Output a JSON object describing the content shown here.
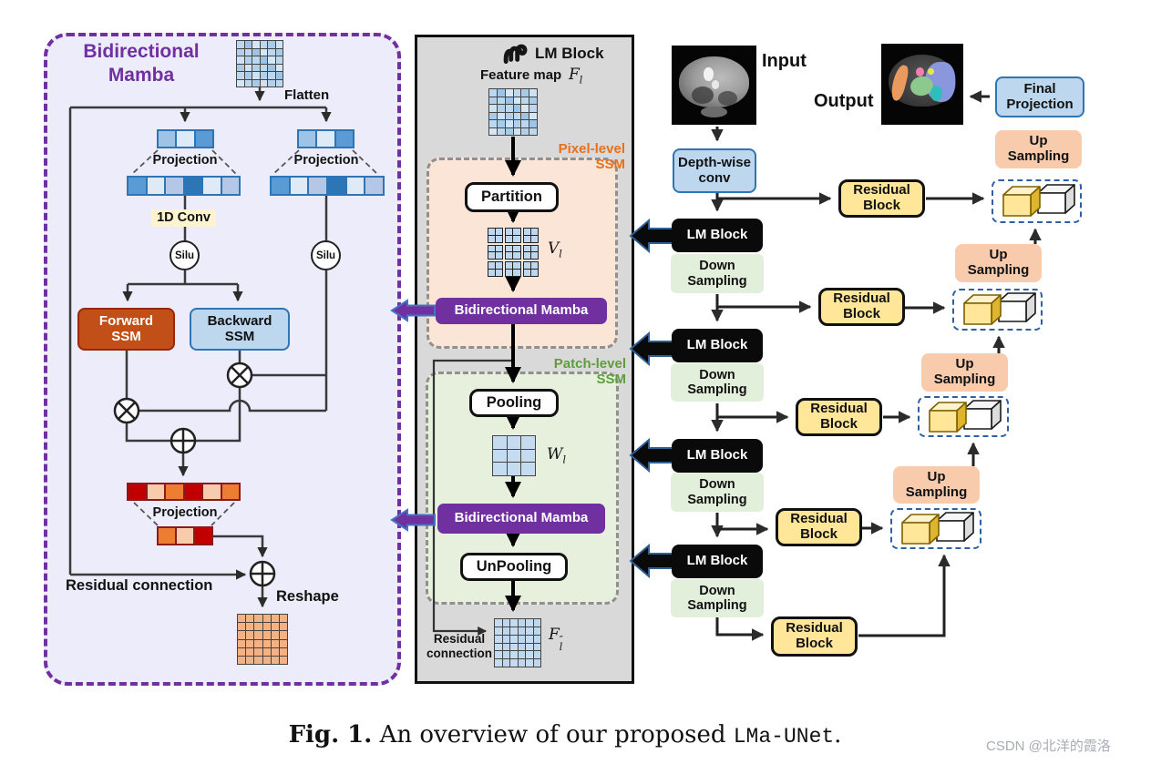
{
  "colors": {
    "purple": "#7030A0",
    "purple_arrow_edge": "#4472C4",
    "black_arrow_edge": "#2E5F96",
    "orange_accent": "#E8701A",
    "green_accent": "#5E9E3E",
    "light_blue": "#BDD7EE",
    "blue_border": "#2E75B6",
    "yellow_block": "#FFE699",
    "peach_block": "#F8CBAD",
    "green_block": "#E2EFDA",
    "panel_gray": "#D9D9D9",
    "panel_lavender": "#ECECFA",
    "pixel_ssm_bg": "#FBE5D6",
    "patch_ssm_bg": "#E7F0DC",
    "forward_ssm": "#C24F17",
    "dark_red_cell": "#C00000",
    "orange_cell": "#ED7D31"
  },
  "lp": {
    "title1": "Bidirectional",
    "title2": "Mamba",
    "flatten": "Flatten",
    "projection": "Projection",
    "conv1d": "1D Conv",
    "silu": "Silu",
    "forward1": "Forward",
    "forward2": "SSM",
    "backward1": "Backward",
    "backward2": "SSM",
    "residual": "Residual connection",
    "reshape": "Reshape"
  },
  "lm": {
    "title": "LM Block",
    "feature_map": "Feature map",
    "pixel": [
      "Pixel-level",
      "SSM"
    ],
    "partition": "Partition",
    "bm": "Bidirectional Mamba",
    "patch": [
      "Patch-level",
      "SSM"
    ],
    "pooling": "Pooling",
    "unpooling": "UnPooling",
    "residual": [
      "Residual",
      "connection"
    ]
  },
  "math": {
    "F_l": {
      "base": "F",
      "sub": "l"
    },
    "V_l": {
      "base": "V",
      "sub": "l"
    },
    "W_l": {
      "base": "W",
      "sub": "l"
    },
    "F_out": {
      "base": "F",
      "sup": "″",
      "sub": "l"
    }
  },
  "unet": {
    "input_label": "Input",
    "output_label": "Output",
    "final_projection": [
      "Final",
      "Projection"
    ],
    "depthwise_conv": [
      "Depth-wise",
      "conv"
    ],
    "lm_block_label": "LM Block",
    "down_sampling": [
      "Down",
      "Sampling"
    ],
    "up_sampling": [
      "Up",
      "Sampling"
    ],
    "residual_block": [
      "Residual",
      "Block"
    ]
  },
  "grids": {
    "blue6": {
      "rows": 6,
      "cols": 6,
      "line": "#444",
      "colors": [
        "#BDD7EE",
        "#9DC3E6",
        "#D6E6F5",
        "#BDD7EE",
        "#A8CBE9",
        "#CFE2F3",
        "#B4CFEA"
      ]
    },
    "orange6": {
      "rows": 6,
      "cols": 6,
      "line": "#444",
      "colors": [
        "#F4B183"
      ]
    },
    "vl_sub": {
      "rows": 2,
      "cols": 2,
      "line": "#222",
      "colors": [
        "#BDD7EE"
      ]
    },
    "w3": {
      "rows": 3,
      "cols": 3,
      "line": "#444",
      "colors": [
        "#C5DCF0"
      ]
    },
    "f6": {
      "rows": 6,
      "cols": 6,
      "line": "#444",
      "colors": [
        "#C5DCF0",
        "#BDD7EE"
      ]
    }
  },
  "bars": {
    "small_blue": {
      "border": "#2E75B6",
      "colors": [
        "#9DC3E6",
        "#DEEBF7",
        "#5B9BD5"
      ]
    },
    "wide_blue": {
      "border": "#2E75B6",
      "colors": [
        "#5B9BD5",
        "#DEEBF7",
        "#B4C7E7",
        "#2E75B6",
        "#DEEBF7",
        "#B4C7E7"
      ]
    },
    "wide_red": {
      "border": "#8B1A1A",
      "colors": [
        "#C00000",
        "#F8CBAD",
        "#ED7D31",
        "#C00000",
        "#F8CBAD",
        "#ED7D31"
      ]
    },
    "small_red": {
      "border": "#8B1A1A",
      "colors": [
        "#ED7D31",
        "#F8CBAD",
        "#C00000"
      ]
    }
  },
  "figure": {
    "caption_fig": "Fig. 1.",
    "caption_text": " An overview of our proposed ",
    "caption_code": "LMa-UNet",
    "caption_period": ".",
    "watermark": "CSDN @北洋的霞洛"
  }
}
